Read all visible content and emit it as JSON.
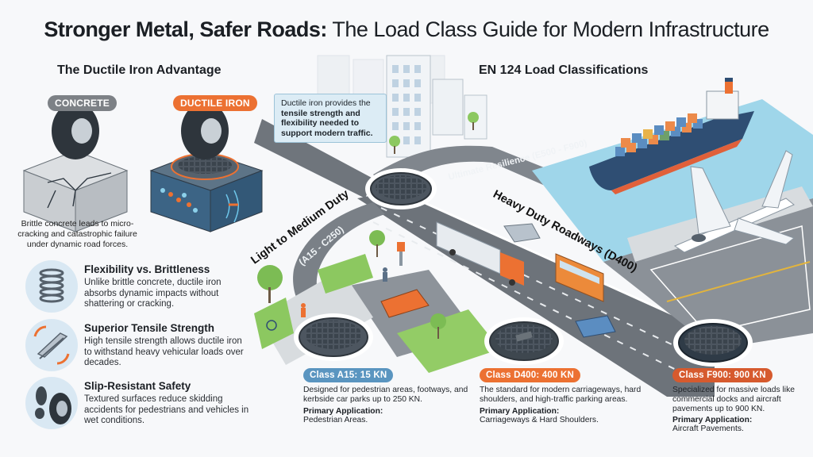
{
  "title": {
    "bold": "Stronger Metal, Safer Roads:",
    "light": " The Load Class Guide for Modern Infrastructure"
  },
  "left_panel": {
    "heading": "The Ductile Iron Advantage",
    "comparison": {
      "concrete_label": "CONCRETE",
      "ductile_label": "DUCTILE IRON",
      "caption": "Brittle concrete leads to micro-cracking and catastrophic failure under dynamic road forces."
    },
    "features": [
      {
        "icon": "spring-icon",
        "heading": "Flexibility vs. Brittleness",
        "text": "Unlike brittle concrete, ductile iron absorbs dynamic impacts without shattering or cracking."
      },
      {
        "icon": "i-beam-icon",
        "heading": "Superior Tensile Strength",
        "text": "High tensile strength allows ductile iron to withstand heavy vehicular loads over decades."
      },
      {
        "icon": "boot-tire-tread-icon",
        "heading": "Slip-Resistant Safety",
        "text": "Textured surfaces reduce skidding accidents for pedestrians and vehicles in wet conditions."
      }
    ]
  },
  "right_panel": {
    "heading": "EN 124 Load Classifications",
    "callout": {
      "plain": "Ductile iron provides the ",
      "bold": "tensile strength and flexibility needed to support modern traffic."
    },
    "road_labels": {
      "light_medium": "Light to Medium Duty",
      "light_medium_range": "(A15 - C250)",
      "heavy": "Heavy Duty Roadways (D400)",
      "ultimate": "Ultimate Resilience (E500 - F900)"
    },
    "classes": [
      {
        "badge": "Class A15: 15 KN",
        "color": "#5a95c0",
        "description": "Designed for pedestrian areas, footways, and kerbside car parks up to 250 KN.",
        "application_label": "Primary Application:",
        "application": "Pedestrian Areas."
      },
      {
        "badge": "Class D400: 400 KN",
        "color": "#ec7132",
        "description": "The standard for modern carriageways, hard shoulders, and high-traffic parking areas.",
        "application_label": "Primary Application:",
        "application": "Carriageways & Hard Shoulders."
      },
      {
        "badge": "Class F900: 900 KN",
        "color": "#d65a2e",
        "description": "Specialized for massive loads like commercial docks and aircraft pavements up to 900 KN.",
        "application_label": "Primary Application:",
        "application": "Aircraft Pavements."
      }
    ]
  },
  "colors": {
    "accent_orange": "#ec7132",
    "accent_blue": "#5a95c0",
    "road_gray": "#6f757c",
    "grass_green": "#8cc860",
    "water_blue": "#8fd0e6",
    "concrete_badge": "#7d8186"
  }
}
